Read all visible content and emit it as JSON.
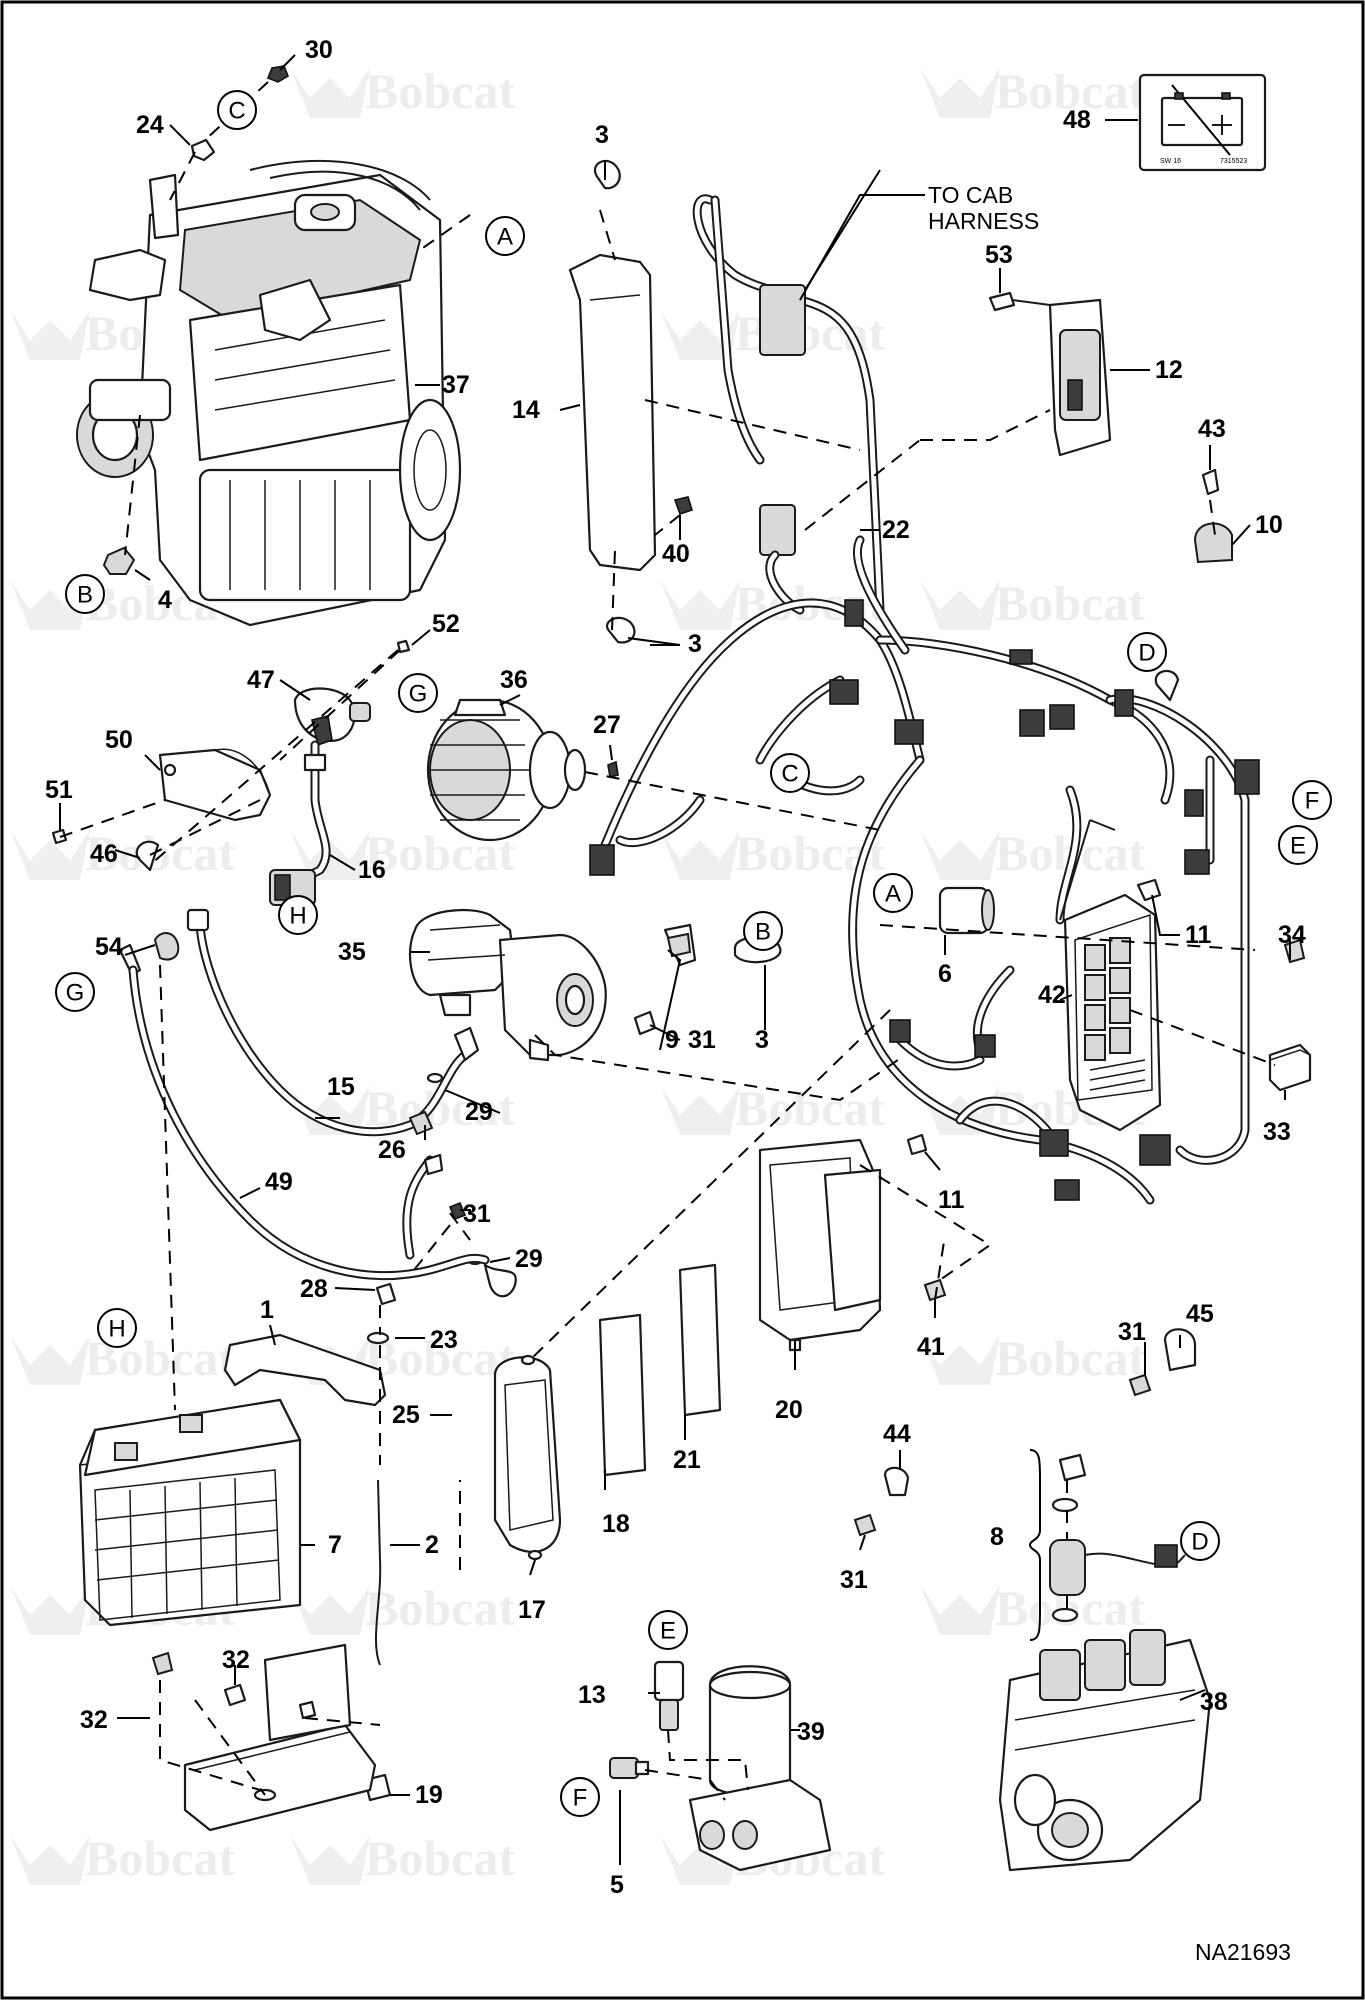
{
  "watermark": {
    "text": "Bobcat"
  },
  "callouts": [
    {
      "label": "30"
    },
    {
      "label": "24"
    },
    {
      "label": "37"
    },
    {
      "label": "4"
    },
    {
      "label": "3"
    },
    {
      "label": "14"
    },
    {
      "label": "40"
    },
    {
      "label": "3"
    },
    {
      "label": "22"
    },
    {
      "label": "53"
    },
    {
      "label": "12"
    },
    {
      "label": "48"
    },
    {
      "label": "43"
    },
    {
      "label": "10"
    },
    {
      "label": "52"
    },
    {
      "label": "47"
    },
    {
      "label": "36"
    },
    {
      "label": "27"
    },
    {
      "label": "50"
    },
    {
      "label": "51"
    },
    {
      "label": "46"
    },
    {
      "label": "16"
    },
    {
      "label": "54"
    },
    {
      "label": "35"
    },
    {
      "label": "15"
    },
    {
      "label": "26"
    },
    {
      "label": "29"
    },
    {
      "label": "49"
    },
    {
      "label": "31"
    },
    {
      "label": "29"
    },
    {
      "label": "9"
    },
    {
      "label": "31"
    },
    {
      "label": "3"
    },
    {
      "label": "6"
    },
    {
      "label": "42"
    },
    {
      "label": "11"
    },
    {
      "label": "34"
    },
    {
      "label": "33"
    },
    {
      "label": "11"
    },
    {
      "label": "28"
    },
    {
      "label": "1"
    },
    {
      "label": "23"
    },
    {
      "label": "25"
    },
    {
      "label": "18"
    },
    {
      "label": "21"
    },
    {
      "label": "20"
    },
    {
      "label": "41"
    },
    {
      "label": "31"
    },
    {
      "label": "45"
    },
    {
      "label": "7"
    },
    {
      "label": "2"
    },
    {
      "label": "17"
    },
    {
      "label": "44"
    },
    {
      "label": "31"
    },
    {
      "label": "8"
    },
    {
      "label": "32"
    },
    {
      "label": "32"
    },
    {
      "label": "19"
    },
    {
      "label": "13"
    },
    {
      "label": "39"
    },
    {
      "label": "5"
    },
    {
      "label": "38"
    }
  ],
  "references": [
    {
      "letter": "C"
    },
    {
      "letter": "A"
    },
    {
      "letter": "B"
    },
    {
      "letter": "G"
    },
    {
      "letter": "H"
    },
    {
      "letter": "C"
    },
    {
      "letter": "D"
    },
    {
      "letter": "F"
    },
    {
      "letter": "E"
    },
    {
      "letter": "A"
    },
    {
      "letter": "B"
    },
    {
      "letter": "G"
    },
    {
      "letter": "H"
    },
    {
      "letter": "E"
    },
    {
      "letter": "F"
    },
    {
      "letter": "D"
    }
  ],
  "notes": {
    "cab_harness_line1": "TO CAB",
    "cab_harness_line2": "HARNESS"
  },
  "decal": {
    "code_left": "SW 16",
    "code_right": "7315523"
  },
  "drawing_id": "NA21693"
}
